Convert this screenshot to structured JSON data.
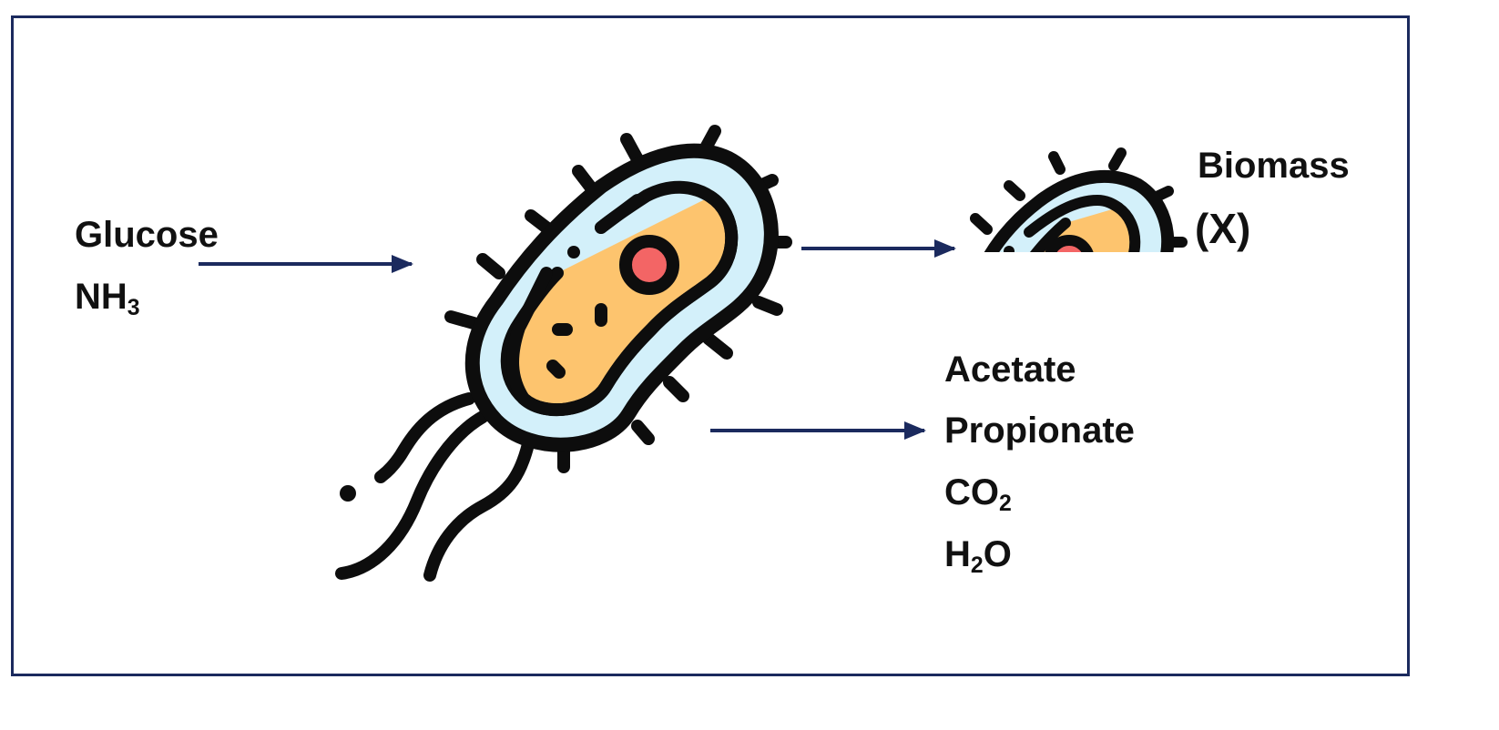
{
  "inputs": {
    "glucose": "Glucose",
    "nh3": {
      "base": "NH",
      "sub": "3"
    }
  },
  "biomass": {
    "line1": "Biomass",
    "line2": "(X)"
  },
  "products": {
    "acetate": "Acetate",
    "propionate": "Propionate",
    "co2": {
      "base": "CO",
      "sub": "2"
    },
    "h2o": {
      "pre": "H",
      "sub": "2",
      "post": "O"
    }
  },
  "colors": {
    "frame": "#1b2a5e",
    "arrow": "#1b2a5e",
    "outline": "#0d0d0d",
    "cytoplasm": "#fdc46e",
    "membrane": "#d3f0fa",
    "nucleus": "#f36565"
  },
  "icons": [
    "bacterium-icon",
    "bacterium-division-icon"
  ]
}
